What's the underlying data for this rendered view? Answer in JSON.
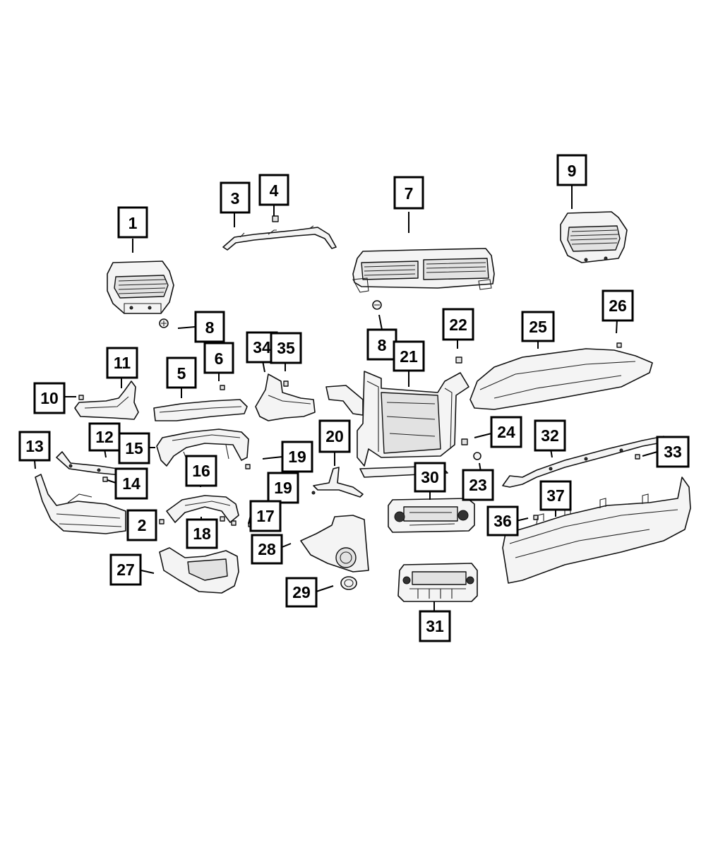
{
  "diagram": {
    "callouts": [
      {
        "id": "c1",
        "label": "1"
      },
      {
        "id": "c3",
        "label": "3"
      },
      {
        "id": "c4",
        "label": "4"
      },
      {
        "id": "c7",
        "label": "7"
      },
      {
        "id": "c9",
        "label": "9"
      },
      {
        "id": "c8a",
        "label": "8"
      },
      {
        "id": "c8b",
        "label": "8"
      },
      {
        "id": "c22",
        "label": "22"
      },
      {
        "id": "c25",
        "label": "25"
      },
      {
        "id": "c26",
        "label": "26"
      },
      {
        "id": "c34",
        "label": "34"
      },
      {
        "id": "c35",
        "label": "35"
      },
      {
        "id": "c21",
        "label": "21"
      },
      {
        "id": "c11",
        "label": "11"
      },
      {
        "id": "c5",
        "label": "5"
      },
      {
        "id": "c6",
        "label": "6"
      },
      {
        "id": "c10",
        "label": "10"
      },
      {
        "id": "c20",
        "label": "20"
      },
      {
        "id": "c24",
        "label": "24"
      },
      {
        "id": "c32",
        "label": "32"
      },
      {
        "id": "c33",
        "label": "33"
      },
      {
        "id": "c13",
        "label": "13"
      },
      {
        "id": "c12",
        "label": "12"
      },
      {
        "id": "c15",
        "label": "15"
      },
      {
        "id": "c19a",
        "label": "19"
      },
      {
        "id": "c16",
        "label": "16"
      },
      {
        "id": "c14",
        "label": "14"
      },
      {
        "id": "c19b",
        "label": "19"
      },
      {
        "id": "c30",
        "label": "30"
      },
      {
        "id": "c23",
        "label": "23"
      },
      {
        "id": "c37",
        "label": "37"
      },
      {
        "id": "c2",
        "label": "2"
      },
      {
        "id": "c17",
        "label": "17"
      },
      {
        "id": "c36",
        "label": "36"
      },
      {
        "id": "c18",
        "label": "18"
      },
      {
        "id": "c28",
        "label": "28"
      },
      {
        "id": "c27",
        "label": "27"
      },
      {
        "id": "c29",
        "label": "29"
      },
      {
        "id": "c31",
        "label": "31"
      }
    ]
  }
}
